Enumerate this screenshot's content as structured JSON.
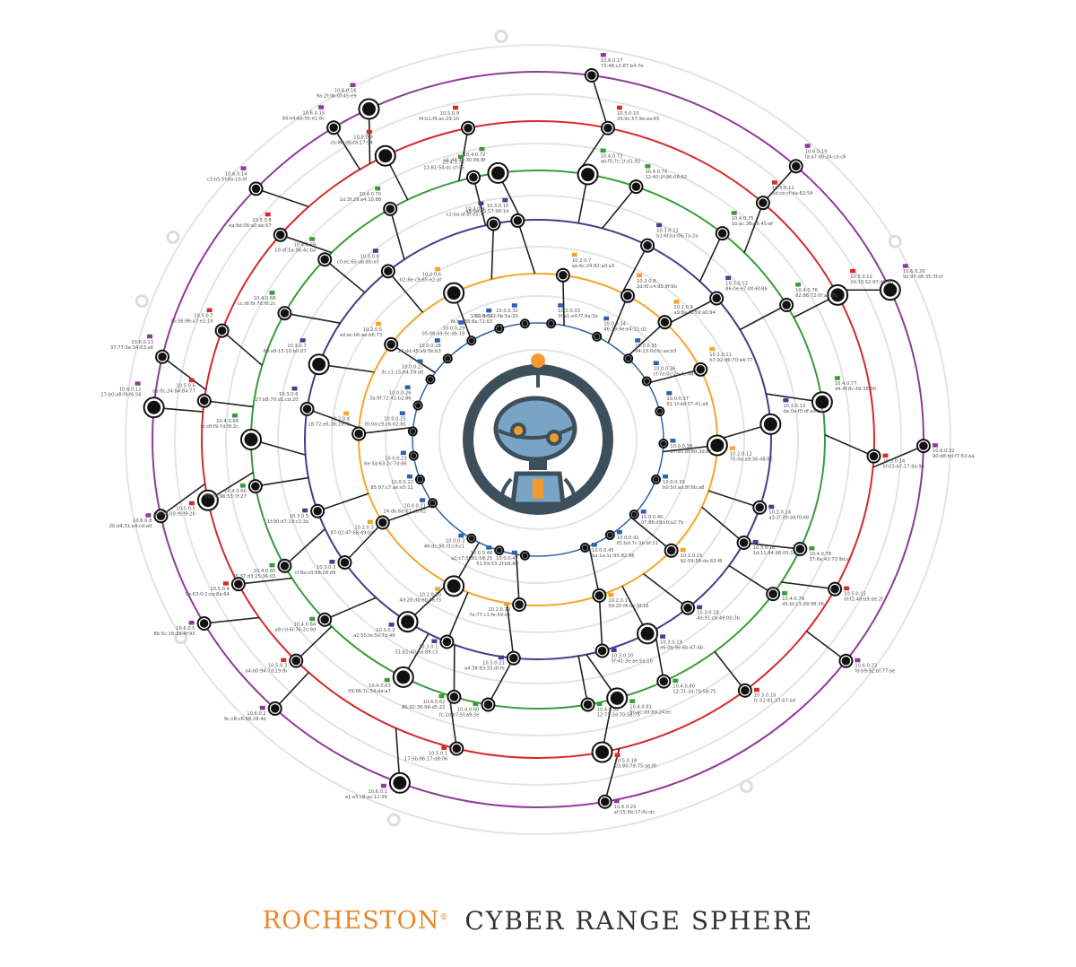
{
  "colors": {
    "ring_10_2": "#f4a62a",
    "ring_10_3": "#4a3b8c",
    "ring_10_4": "#3a9b3a",
    "ring_10_5": "#d42a2a",
    "ring_10_6": "#8e3a9a",
    "ring_10_0": "#2c62ad",
    "hub_dark": "#3c4f5a",
    "robot_blue": "#7aa4c6",
    "robot_orange": "#f29a2e"
  },
  "brand": {
    "logo": "ROCHESTON",
    "reg": "®",
    "title": "CYBER RANGE SPHERE"
  },
  "nodes": [
    {
      "ip": "10.6.0.16",
      "mac": "9a:2f:db:0f:45:e9",
      "ring": "10_6",
      "ang": -116
    },
    {
      "ip": "10.6.0.15",
      "mac": "84:e4:6a:0b:e1:8c",
      "ring": "10_6",
      "ang": -122
    },
    {
      "ip": "10.6.0.14",
      "mac": "c3:b5:5f:8a:10:0f",
      "ring": "10_6",
      "ang": -137
    },
    {
      "ip": "10.6.0.13",
      "mac": "37:77:5e:34:63:a6",
      "ring": "10_6",
      "ang": -167
    },
    {
      "ip": "10.6.0.11",
      "mac": "27:b0:a8:f9:f6:56",
      "ring": "10_6",
      "ang": -175
    },
    {
      "ip": "10.6.0.8",
      "mac": "20:d4:31:a4:cd:a0",
      "ring": "10_6",
      "ang": 168
    },
    {
      "ip": "10.6.0.5",
      "mac": "8b:5c:16:2a:4f:93",
      "ring": "10_6",
      "ang": 150
    },
    {
      "ip": "10.6.0.2",
      "mac": "9c:c8:c6:88:28:4e",
      "ring": "10_6",
      "ang": 133
    },
    {
      "ip": "10.6.0.1",
      "mac": "a1:a5:c8:ac:12:36",
      "ring": "10_6",
      "ang": 111
    },
    {
      "ip": "10.6.0.25",
      "mac": "af:15:6b:17:0c:dc",
      "ring": "10_6",
      "ang": 80
    },
    {
      "ip": "10.6.0.23",
      "mac": "fd:b9:92:bf:77:ae",
      "ring": "10_6",
      "ang": 37
    },
    {
      "ip": "10.6.0.22",
      "mac": "90:d8:bd:f7:63:aa",
      "ring": "10_6",
      "ang": 1
    },
    {
      "ip": "10.6.0.20",
      "mac": "92:97:d8:35:3f:cf",
      "ring": "10_6",
      "ang": -24
    },
    {
      "ip": "10.6.0.19",
      "mac": "fa:a7:0b:24:cd:c8",
      "ring": "10_6",
      "ang": -48
    },
    {
      "ip": "10.6.0.17",
      "mac": "73:48:c2:87:b4:7e",
      "ring": "10_6",
      "ang": -82
    },
    {
      "ip": "10.5.0.9",
      "mac": "f4:b1:f9:ac:19:10",
      "ring": "10_5",
      "ang": -102
    },
    {
      "ip": "10.5.0.9",
      "mac": "cb:86:d8:ca:17:94",
      "ring": "10_5",
      "ang": -117
    },
    {
      "ip": "10.5.0.8",
      "mac": "ea:9d:06:a0:ee:67",
      "ring": "10_5",
      "ang": -140
    },
    {
      "ip": "10.5.0.7",
      "mac": "f6:58:96:a7:e2:19",
      "ring": "10_5",
      "ang": -160
    },
    {
      "ip": "10.5.0.6",
      "mac": "ab:0c:24:84:84:77",
      "ring": "10_5",
      "ang": -173
    },
    {
      "ip": "10.5.0.5",
      "mac": "7a:78:00:f9:f9:2b",
      "ring": "10_5",
      "ang": 169
    },
    {
      "ip": "10.5.0.4",
      "mac": "0e:63:0:2:ce:8a:64",
      "ring": "10_5",
      "ang": 153
    },
    {
      "ip": "10.5.0.3",
      "mac": "a4:b0:94:7d:19:fb",
      "ring": "10_5",
      "ang": 136
    },
    {
      "ip": "10.5.0.1",
      "mac": "17:5b:86:17:d8:06",
      "ring": "10_5",
      "ang": 104
    },
    {
      "ip": "10.5.0.18",
      "mac": "03:80:79:75:ab:f0",
      "ring": "10_5",
      "ang": 79
    },
    {
      "ip": "10.5.0.16",
      "mac": "fc:52:81:37:b7:a4",
      "ring": "10_5",
      "ang": 52
    },
    {
      "ip": "10.5.0.15",
      "mac": "df:f2:48:b9:de:2f",
      "ring": "10_5",
      "ang": 28
    },
    {
      "ip": "10.5.0.14",
      "mac": "5f:03:b7:17:9a:9e",
      "ring": "10_5",
      "ang": 3
    },
    {
      "ip": "10.5.0.12",
      "mac": "2d:13:52:97:4b:8d",
      "ring": "10_5",
      "ang": -27
    },
    {
      "ip": "10.5.0.11",
      "mac": "6d:ce:cf:da:62:54",
      "ring": "10_5",
      "ang": -48
    },
    {
      "ip": "10.5.0.10",
      "mac": "33:9c:57:9e:aa:65",
      "ring": "10_5",
      "ang": -78
    },
    {
      "ip": "10.4.0.71",
      "mac": "12:81:54:dc:cf:05",
      "ring": "10_4",
      "ang": -103
    },
    {
      "ip": "10.4.0.72",
      "mac": "a1:44:7e:30:86:8f",
      "ring": "10_4",
      "ang": -98
    },
    {
      "ip": "10.4.0.70",
      "mac": "1d:3f:29:a4:10:88",
      "ring": "10_4",
      "ang": -121
    },
    {
      "ip": "10.4.0.69",
      "mac": "10:df:5a:96:4c:ba",
      "ring": "10_4",
      "ang": -138
    },
    {
      "ip": "10.4.0.68",
      "mac": "cc:df:f9:7d:f8:2c",
      "ring": "10_4",
      "ang": -152
    },
    {
      "ip": "10.4.0.68",
      "mac": "cc:df:f9:7d:f8:2c",
      "ring": "10_4",
      "ang": -180
    },
    {
      "ip": "10.4.0.66",
      "mac": "99:64:96:53:7f:27",
      "ring": "10_4",
      "ang": 170
    },
    {
      "ip": "10.4.0.65",
      "mac": "55:37:d3:25:36:03",
      "ring": "10_4",
      "ang": 152
    },
    {
      "ip": "10.4.0.64",
      "mac": "a8:cd:6f:76:2c:9d",
      "ring": "10_4",
      "ang": 138
    },
    {
      "ip": "10.4.0.63",
      "mac": "09:66:7c:54:da:a7",
      "ring": "10_4",
      "ang": 118
    },
    {
      "ip": "10.4.0.62",
      "mac": "86:92:36:94:d5:22",
      "ring": "10_4",
      "ang": 107
    },
    {
      "ip": "10.4.0.60",
      "mac": "fc:2d:b7:5f:a9:3e",
      "ring": "10_4",
      "ang": 100
    },
    {
      "ip": "10.4.0.82",
      "mac": "12:71:3d:70:58:75",
      "ring": "10_4",
      "ang": 80
    },
    {
      "ip": "10.4.0.81",
      "mac": "9c:ac:dd:8d:24:ec",
      "ring": "10_4",
      "ang": 74
    },
    {
      "ip": "10.4.0.80",
      "mac": "12:71:3d:70:58:75",
      "ring": "10_4",
      "ang": 64
    },
    {
      "ip": "10.4.0.79",
      "mac": "d5:bf:13:99:98:36",
      "ring": "10_4",
      "ang": 35
    },
    {
      "ip": "10.4.0.78",
      "mac": "37:6e:42:73:9d:cf",
      "ring": "10_4",
      "ang": 24
    },
    {
      "ip": "10.4.0.77",
      "mac": "d4:4f:8c:49:38:90",
      "ring": "10_4",
      "ang": -8
    },
    {
      "ip": "10.4.0.76",
      "mac": "82:86:72:0f:a6:7b",
      "ring": "10_4",
      "ang": -30
    },
    {
      "ip": "10.4.0.75",
      "mac": "1b:ac:36:d6:45:ef",
      "ring": "10_4",
      "ang": -50
    },
    {
      "ip": "10.4.0.74",
      "mac": "12:40:2f:86:08:62",
      "ring": "10_4",
      "ang": -70
    },
    {
      "ip": "10.4.0.73",
      "mac": "ab:f5:7c:1f:d1:92",
      "ring": "10_4",
      "ang": -80
    },
    {
      "ip": "10.3.0.10",
      "mac": "a8:0a:e5:57:99:1d",
      "ring": "10_3",
      "ang": -95
    },
    {
      "ip": "10.3.0.9",
      "mac": "c2:ba:af:8f:e5:7f",
      "ring": "10_3",
      "ang": -101
    },
    {
      "ip": "10.3.0.8",
      "mac": "c0:ec:65:ab:8b:a5",
      "ring": "10_3",
      "ang": -130
    },
    {
      "ip": "10.3.0.7",
      "mac": "89:a9:15:10:b0:07",
      "ring": "10_3",
      "ang": -160
    },
    {
      "ip": "10.3.0.6",
      "mac": "27:b8:70:d1:cd:20",
      "ring": "10_3",
      "ang": -172
    },
    {
      "ip": "10.3.0.5",
      "mac": "1f:90:d7:19:c1:3a",
      "ring": "10_3",
      "ang": 161
    },
    {
      "ip": "10.3.0.3",
      "mac": "cf:8e:c0:99:28:d9",
      "ring": "10_3",
      "ang": 146
    },
    {
      "ip": "10.3.0.2",
      "mac": "a2:55:fe:5e:7d:49",
      "ring": "10_3",
      "ang": 124
    },
    {
      "ip": "10.3.0.1",
      "mac": "51:b1:40:5a:88:c3",
      "ring": "10_3",
      "ang": 113
    },
    {
      "ip": "10.3.0.21",
      "mac": "a4:38:93:33:df:fe",
      "ring": "10_3",
      "ang": 96
    },
    {
      "ip": "10.3.0.20",
      "mac": "5f:41:3e:ae:5a:10",
      "ring": "10_3",
      "ang": 74
    },
    {
      "ip": "10.3.0.19",
      "mac": "e6:0b:9e:6b:47:4b",
      "ring": "10_3",
      "ang": 62
    },
    {
      "ip": "10.3.0.18",
      "mac": "4d:91:cb:49:00:3b",
      "ring": "10_3",
      "ang": 50
    },
    {
      "ip": "10.3.0.16",
      "mac": "1d:11:84:98:05:10",
      "ring": "10_3",
      "ang": 28
    },
    {
      "ip": "10.3.0.14",
      "mac": "a3:2f:39:dd:f0:68",
      "ring": "10_3",
      "ang": 18
    },
    {
      "ip": "10.3.0.13",
      "mac": "de:0a:f0:df:a9:b0",
      "ring": "10_3",
      "ang": -4
    },
    {
      "ip": "10.3.0.12",
      "mac": "86:0e:e7:00:6f:86",
      "ring": "10_3",
      "ang": -40
    },
    {
      "ip": "10.3.0.11",
      "mac": "b2:6f:ba:06:7a:2a",
      "ring": "10_3",
      "ang": -62
    },
    {
      "ip": "10.2.0.7",
      "mac": "ae:6c:24:82:a0:a3",
      "ring": "10_2",
      "ang": -82
    },
    {
      "ip": "10.2.0.6",
      "mac": "b2:8e:c9:65:e2:af",
      "ring": "10_2",
      "ang": -118
    },
    {
      "ip": "10.2.0.5",
      "mac": "ed:ec:b6:ae:b6:73",
      "ring": "10_2",
      "ang": -145
    },
    {
      "ip": "10.2.0.4",
      "mac": "18:72:e6:38:19:f2",
      "ring": "10_2",
      "ang": -178
    },
    {
      "ip": "10.2.0.3",
      "mac": "87:02:47:66:49:0d",
      "ring": "10_2",
      "ang": 150
    },
    {
      "ip": "10.2.0.20",
      "mac": "4d:28:db:eb:96:f3",
      "ring": "10_2",
      "ang": 118
    },
    {
      "ip": "10.2.0.19",
      "mac": "7e:77:c1:fe:59:ee",
      "ring": "10_2",
      "ang": 96
    },
    {
      "ip": "10.2.0.17",
      "mac": "99:20:f4:de:9f:16",
      "ring": "10_2",
      "ang": 70
    },
    {
      "ip": "10.2.0.15",
      "mac": "92:59:58:de:83:f8",
      "ring": "10_2",
      "ang": 42
    },
    {
      "ip": "10.2.0.12",
      "mac": "75:0a:a9:36:48:62",
      "ring": "10_2",
      "ang": 2
    },
    {
      "ip": "10.2.0.11",
      "mac": "b7:92:d6:70:e4:77",
      "ring": "10_2",
      "ang": -25
    },
    {
      "ip": "10.2.0.9",
      "mac": "a9:8a:f1:59:a0:94",
      "ring": "10_2",
      "ang": -45
    },
    {
      "ip": "10.2.0.8",
      "mac": "2d:f0:c4:93:9f:9b",
      "ring": "10_2",
      "ang": -60
    },
    {
      "ip": "10.0.0.33",
      "mac": "3f:a1:e4:f7:9a:5e",
      "ring": "10_0",
      "ang": -84
    },
    {
      "ip": "10.0.0.32",
      "mac": "61:9c:22:0b:5a:20",
      "ring": "10_0",
      "ang": -96
    },
    {
      "ip": "10.0.0.30",
      "mac": "fa:be:38:8a:72:63",
      "ring": "10_0",
      "ang": -108
    },
    {
      "ip": "10.0.0.29",
      "mac": "05:06:a9:0c:db:19",
      "ring": "10_0",
      "ang": -122
    },
    {
      "ip": "10.0.0.28",
      "mac": "24:dd:45:a9:5b:b3",
      "ring": "10_0",
      "ang": -136
    },
    {
      "ip": "10.0.0.27",
      "mac": "3c:c1:15:b4:59:d0",
      "ring": "10_0",
      "ang": -149
    },
    {
      "ip": "10.0.0.26",
      "mac": "3a:9f:72:41:b2:86",
      "ring": "10_0",
      "ang": -163
    },
    {
      "ip": "10.0.0.25",
      "mac": "f0:0d:c9:c6:02:85",
      "ring": "10_0",
      "ang": -176
    },
    {
      "ip": "10.0.0.23",
      "mac": "6e:5d:63:2c:7d:86",
      "ring": "10_0",
      "ang": 172
    },
    {
      "ip": "10.0.0.22",
      "mac": "85:97:c7:ae:e5:11",
      "ring": "10_0",
      "ang": 160
    },
    {
      "ip": "10.0.0.21",
      "mac": "24:db:6e:67:c0:e2",
      "ring": "10_0",
      "ang": 147
    },
    {
      "ip": "10.0.0.3",
      "mac": "46:dc:98:f3:c4:c1",
      "ring": "10_0",
      "ang": 122
    },
    {
      "ip": "10.0.0.48",
      "mac": "a2:c7:5f:81:58:25",
      "ring": "10_0",
      "ang": 108
    },
    {
      "ip": "10.0.0.47",
      "mac": "51:59:53:2f:b6:8d",
      "ring": "10_0",
      "ang": 96
    },
    {
      "ip": "10.0.0.45",
      "mac": "ba:1a:1c:95:82:96",
      "ring": "10_0",
      "ang": 68
    },
    {
      "ip": "10.0.0.42",
      "mac": "81:bd:7c:1b:bf:11",
      "ring": "10_0",
      "ang": 55
    },
    {
      "ip": "10.0.0.40",
      "mac": "07:86:d9:c0:a2:7b",
      "ring": "10_0",
      "ang": 40
    },
    {
      "ip": "10.0.0.39",
      "mac": "b0:50:ad:8f:6b:a8",
      "ring": "10_0",
      "ang": 20
    },
    {
      "ip": "10.0.0.38",
      "mac": "37:a5:8f:80:3d:b1",
      "ring": "10_0",
      "ang": 2
    },
    {
      "ip": "10.0.0.37",
      "mac": "81:1f:dd:57:41:a6",
      "ring": "10_0",
      "ang": -14
    },
    {
      "ip": "10.0.0.36",
      "mac": "cf:7e:0c:7e:4c:44",
      "ring": "10_0",
      "ang": -30
    },
    {
      "ip": "10.0.0.35",
      "mac": "94:23:0d:fc:ae:b3",
      "ring": "10_0",
      "ang": -44
    },
    {
      "ip": "10.0.0.34",
      "mac": "46:29:9e:e4:31:d2",
      "ring": "10_0",
      "ang": -62
    }
  ]
}
